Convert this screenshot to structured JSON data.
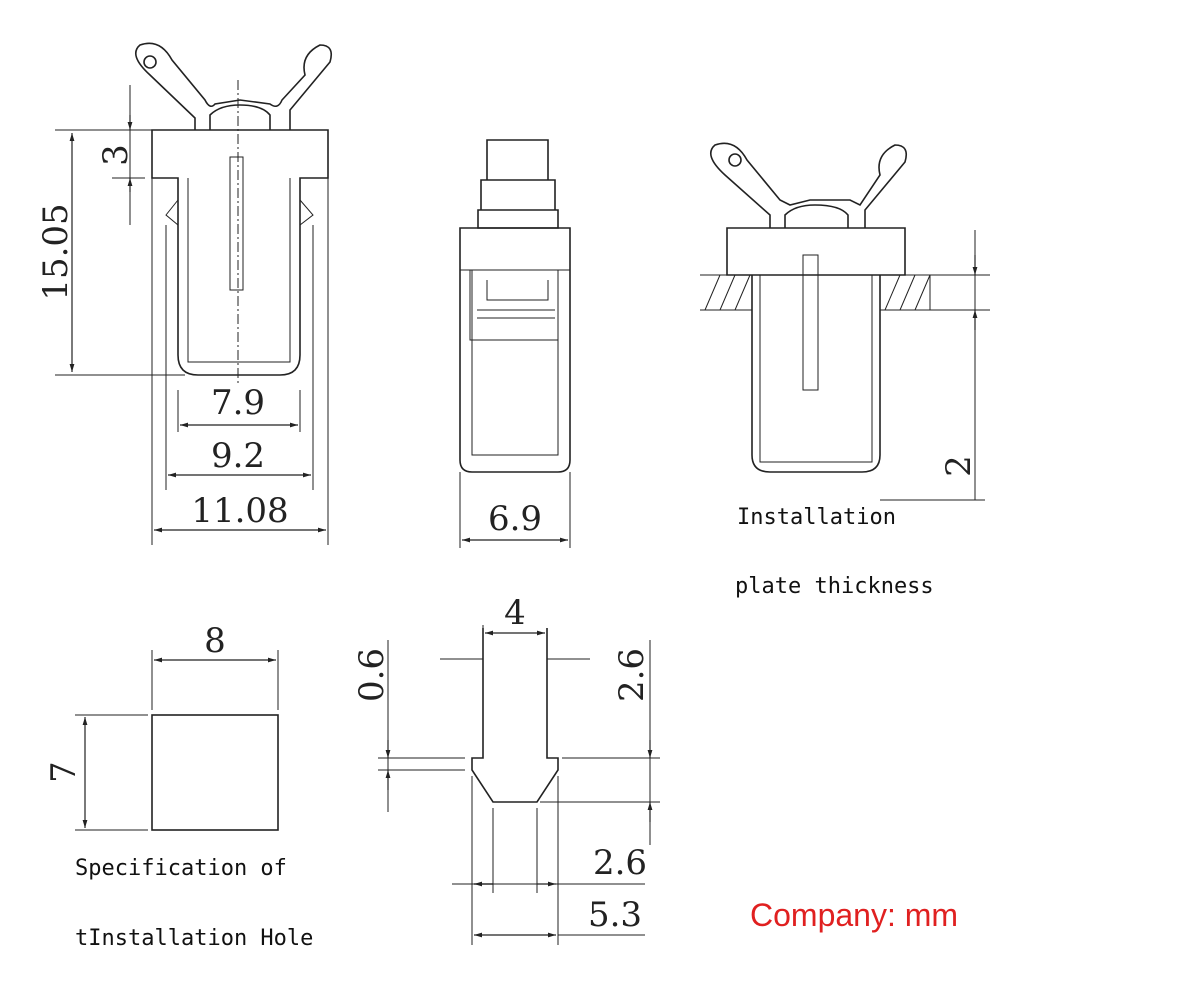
{
  "colors": {
    "line": "#222222",
    "unit_note": "#e02020"
  },
  "front_view": {
    "dim_top": "3",
    "dim_height": "15.05",
    "dim_inner": "7.9",
    "dim_arms": "9.2",
    "dim_outer": "11.08"
  },
  "side_view": {
    "dim_width": "6.9"
  },
  "installed_view": {
    "dim_plate": "2",
    "caption_line1": "Installation",
    "caption_line2": "plate thickness"
  },
  "hole_spec": {
    "dim_width": "8",
    "dim_height": "7",
    "caption_line1": "Specification of",
    "caption_line2": "tInstallation Hole"
  },
  "profile": {
    "dim_top_width": "4",
    "dim_shoulder": "0.6",
    "dim_height": "2.6",
    "dim_bottom_inner": "2.6",
    "dim_bottom_outer": "5.3"
  },
  "unit_note": "Company: mm"
}
